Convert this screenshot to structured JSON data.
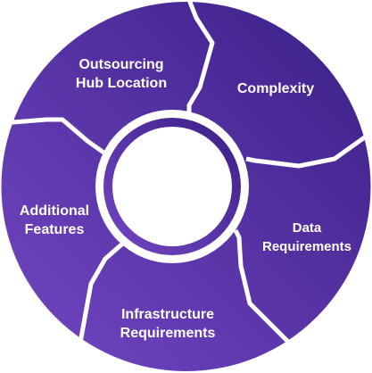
{
  "colors": {
    "ring_light": "#7447c4",
    "ring_dark": "#3a1f86",
    "divider": "#ffffff",
    "center": "#ffffff",
    "label": "#ffffff"
  },
  "segments": [
    {
      "id": "outsourcing-hub-location",
      "lines": [
        "Outsourcing",
        "Hub Location"
      ]
    },
    {
      "id": "complexity",
      "lines": [
        "Complexity"
      ]
    },
    {
      "id": "data-requirements",
      "lines": [
        "Data",
        "Requirements"
      ]
    },
    {
      "id": "infrastructure-requirements",
      "lines": [
        "Infrastructure",
        "Requirements"
      ]
    },
    {
      "id": "additional-features",
      "lines": [
        "Additional",
        "Features"
      ]
    }
  ]
}
